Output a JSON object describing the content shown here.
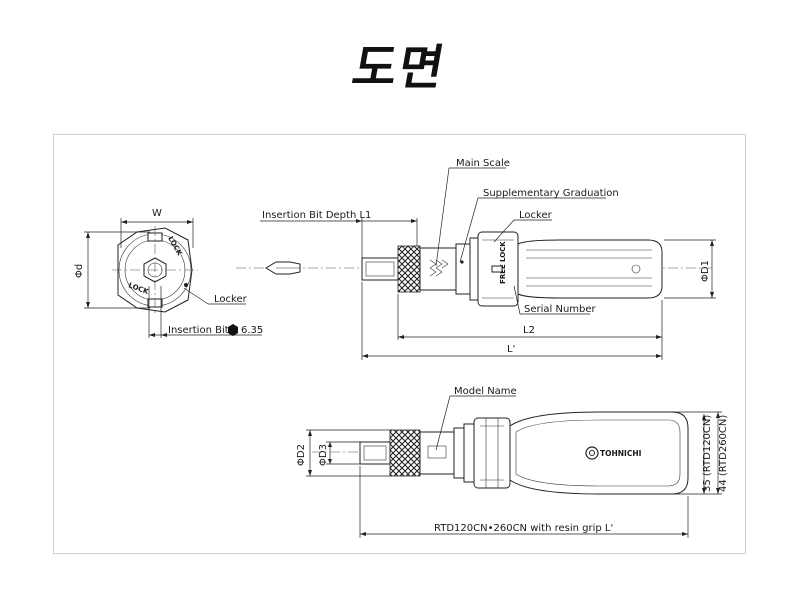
{
  "header": {
    "title": "도면"
  },
  "drawing": {
    "end_view": {
      "width_label": "W",
      "diameter_label": "Φd",
      "locker_label": "Locker",
      "bit_label": "Insertion Bit",
      "bit_size": "6.35",
      "lock_text_top": "LOCK",
      "lock_text_bottom": "LOCK"
    },
    "side_view": {
      "bit_depth_label": "Insertion Bit Depth L1",
      "main_scale_label": "Main Scale",
      "supplementary_label": "Supplementary Graduation",
      "locker_label": "Locker",
      "serial_label": "Serial Number",
      "l2_label": "L2",
      "lprime_label": "L'",
      "d1_label": "ΦD1",
      "free_text": "FREE",
      "lock_text": "LOCK"
    },
    "resin_view": {
      "model_label": "Model Name",
      "d2_label": "ΦD2",
      "d3_label": "ΦD3",
      "brand_text": "TOHNICHI",
      "dim_35_label": "35 (RTD120CN)",
      "dim_44_label": "44 (RTD260CN)",
      "length_label": "RTD120CN•260CN with resin grip L'"
    }
  }
}
